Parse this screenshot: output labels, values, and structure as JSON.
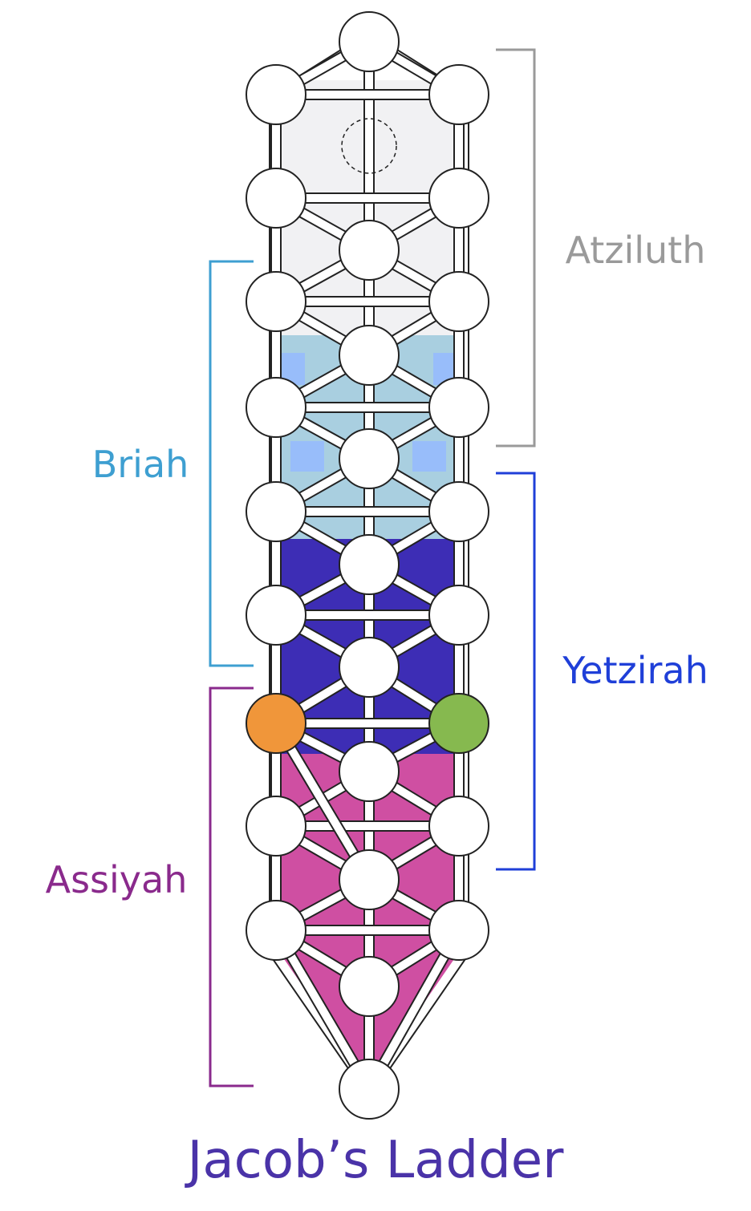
{
  "title": "Jacob’s Ladder",
  "worlds": [
    {
      "name": "Atziluth",
      "color": "#9a9a9a",
      "first_row": 0,
      "last_row": 6
    },
    {
      "name": "Briah",
      "color": "#3e9fd1",
      "first_row": 3,
      "last_row": 9
    },
    {
      "name": "Yetzirah",
      "color": "#1f3fd8",
      "first_row": 6,
      "last_row": 12
    },
    {
      "name": "Assiyah",
      "color": "#8a2a8c",
      "first_row": 9,
      "last_row": 15
    }
  ],
  "colors": {
    "title": "#4a33a8",
    "node_fill": "#ffffff",
    "left_highlight": "#f0963a",
    "right_highlight": "#86b94f",
    "band_atziluth": "#f1f1f3",
    "band_briah": "#a9cfe0",
    "band_briah_accent": "#98bdfa",
    "band_yetzirah": "#3d2db5",
    "band_assiyah": "#cf4fa2",
    "channel": "#ffffff",
    "outline": "#222222"
  },
  "highlighted_nodes": [
    {
      "side": "left",
      "row": 10,
      "color_key": "left_highlight"
    },
    {
      "side": "right",
      "row": 10,
      "color_key": "right_highlight"
    }
  ]
}
